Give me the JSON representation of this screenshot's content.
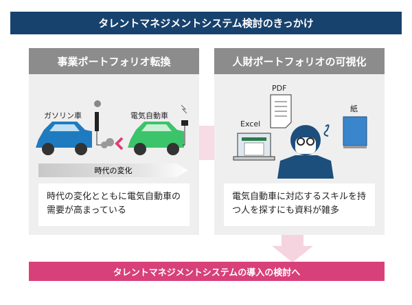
{
  "title": "タレントマネジメントシステム検討のきっかけ",
  "left": {
    "header": "事業ポートフォリオ転換",
    "gas_car": "ガソリン車",
    "ev_car": "電気自動車",
    "timeline": "時代の変化",
    "text": "時代の変化とともに電気自動車の需要が高まっている"
  },
  "right": {
    "header": "人財ポートフォリオの可視化",
    "pdf": "PDF",
    "excel": "Excel",
    "paper": "紙",
    "text": "電気自動車に対応するスキルを持つ人を探すにも資料が雑多"
  },
  "bottom": "タレントマネジメントシステムの導入の検討へ",
  "colors": {
    "navy": "#18426e",
    "pink": "#d8407a",
    "gray": "#8c8c8c"
  }
}
